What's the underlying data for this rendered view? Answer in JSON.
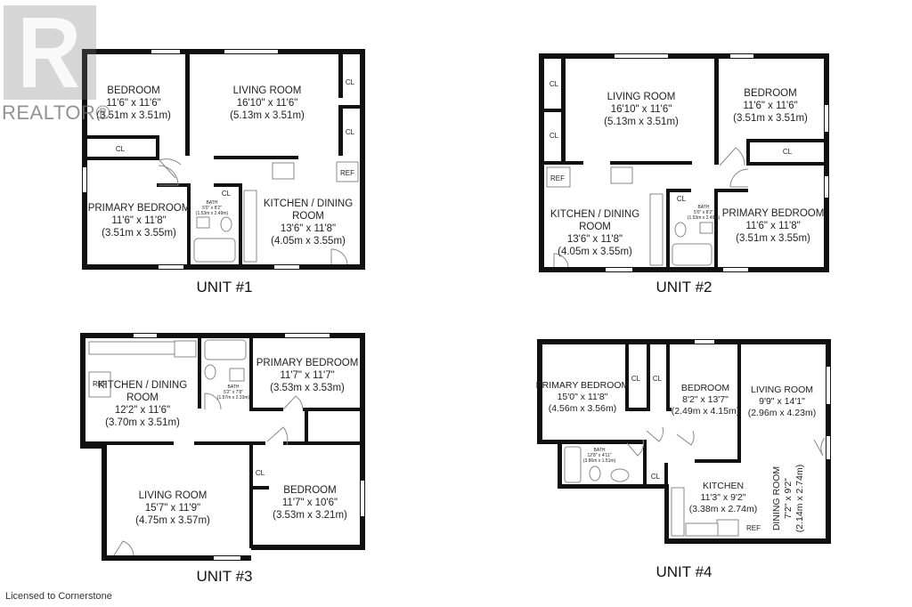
{
  "watermark": {
    "brand": "REALTOR®",
    "logo_icon": "realtor-r-logo-icon"
  },
  "footer": {
    "licensed": "Licensed to Cornerstone"
  },
  "units": [
    {
      "title": "UNIT #1",
      "rooms": [
        {
          "name": "BEDROOM",
          "dim_imperial": "11'6\" x 11'6\"",
          "dim_metric": "(3.51m x 3.51m)"
        },
        {
          "name": "LIVING ROOM",
          "dim_imperial": "16'10\" x 11'6\"",
          "dim_metric": "(5.13m x 3.51m)"
        },
        {
          "name": "PRIMARY BEDROOM",
          "dim_imperial": "11'6\" x 11'8\"",
          "dim_metric": "(3.51m x 3.55m)"
        },
        {
          "name": "KITCHEN / DINING",
          "name2": "ROOM",
          "dim_imperial": "13'6\" x 11'8\"",
          "dim_metric": "(4.05m x 3.55m)"
        },
        {
          "name": "BATH",
          "dim_imperial": "5'0\" x 8'2\"",
          "dim_metric": "(1.53m x 2.49m)"
        }
      ],
      "closets": [
        "CL",
        "CL",
        "CL",
        "CL"
      ],
      "ref": "REF"
    },
    {
      "title": "UNIT #2",
      "rooms": [
        {
          "name": "LIVING ROOM",
          "dim_imperial": "16'10\" x 11'6\"",
          "dim_metric": "(5.13m x 3.51m)"
        },
        {
          "name": "BEDROOM",
          "dim_imperial": "11'6\" x 11'6\"",
          "dim_metric": "(3.51m x 3.51m)"
        },
        {
          "name": "KITCHEN / DINING",
          "name2": "ROOM",
          "dim_imperial": "13'6\" x 11'8\"",
          "dim_metric": "(4.05m x 3.55m)"
        },
        {
          "name": "PRIMARY BEDROOM",
          "dim_imperial": "11'6\" x 11'8\"",
          "dim_metric": "(3.51m x 3.55m)"
        },
        {
          "name": "BATH",
          "dim_imperial": "5'0\" x 8'2\"",
          "dim_metric": "(1.53m x 2.49m)"
        }
      ],
      "closets": [
        "CL",
        "CL",
        "CL",
        "CL"
      ],
      "ref": "REF"
    },
    {
      "title": "UNIT #3",
      "rooms": [
        {
          "name": "KITCHEN / DINING",
          "name2": "ROOM",
          "dim_imperial": "12'2\" x 11'6\"",
          "dim_metric": "(3.70m x 3.51m)"
        },
        {
          "name": "PRIMARY BEDROOM",
          "dim_imperial": "11'7\" x 11'7\"",
          "dim_metric": "(3.53m x 3.53m)"
        },
        {
          "name": "LIVING ROOM",
          "dim_imperial": "15'7\" x 11'9\"",
          "dim_metric": "(4.75m x 3.57m)"
        },
        {
          "name": "BEDROOM",
          "dim_imperial": "11'7\" x 10'6\"",
          "dim_metric": "(3.53m x 3.21m)"
        },
        {
          "name": "BATH",
          "dim_imperial": "5'2\" x 7'8\"",
          "dim_metric": "(1.57m x 2.33m)"
        }
      ],
      "closets": [
        "CL"
      ],
      "ref": "REF"
    },
    {
      "title": "UNIT #4",
      "rooms": [
        {
          "name": "PRIMARY BEDROOM",
          "dim_imperial": "15'0\" x 11'8\"",
          "dim_metric": "(4.56m x 3.56m)"
        },
        {
          "name": "BEDROOM",
          "dim_imperial": "8'2\" x 13'7\"",
          "dim_metric": "(2.49m x 4.15m)"
        },
        {
          "name": "LIVING ROOM",
          "dim_imperial": "9'9\" x 14'1\"",
          "dim_metric": "(2.96m x 4.23m)"
        },
        {
          "name": "BATH",
          "dim_imperial": "12'8\" x 4'11\"",
          "dim_metric": "(3.86m x 1.51m)"
        },
        {
          "name": "KITCHEN",
          "dim_imperial": "11'3\" x 9'2\"",
          "dim_metric": "(3.38m x 2.74m)"
        },
        {
          "name": "DINING ROOM",
          "dim_imperial": "7'2\" x 9'2\"",
          "dim_metric": "(2.14m x 2.74m)"
        }
      ],
      "closets": [
        "CL",
        "CL",
        "CL"
      ],
      "ref": "REF"
    }
  ]
}
